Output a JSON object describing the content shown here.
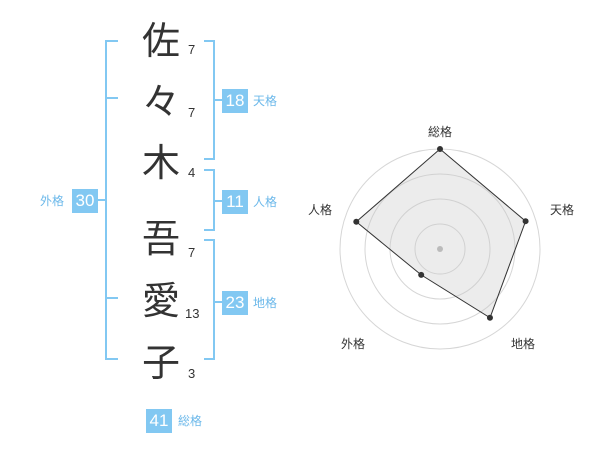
{
  "name": [
    {
      "char": "佐",
      "strokes": "7"
    },
    {
      "char": "々",
      "strokes": "7"
    },
    {
      "char": "木",
      "strokes": "4"
    },
    {
      "char": "吾",
      "strokes": "7"
    },
    {
      "char": "愛",
      "strokes": "13"
    },
    {
      "char": "子",
      "strokes": "3"
    }
  ],
  "fortunes": {
    "tenkaku": {
      "value": "18",
      "label": "天格"
    },
    "jinkaku": {
      "value": "11",
      "label": "人格"
    },
    "chikaku": {
      "value": "23",
      "label": "地格"
    },
    "gaikaku": {
      "value": "30",
      "label": "外格"
    },
    "soukaku": {
      "value": "41",
      "label": "総格"
    }
  },
  "radar": {
    "labels": [
      "総格",
      "天格",
      "地格",
      "外格",
      "人格"
    ],
    "values": [
      1.0,
      0.9,
      0.85,
      0.32,
      0.88
    ],
    "accent": "#82c8f2"
  }
}
